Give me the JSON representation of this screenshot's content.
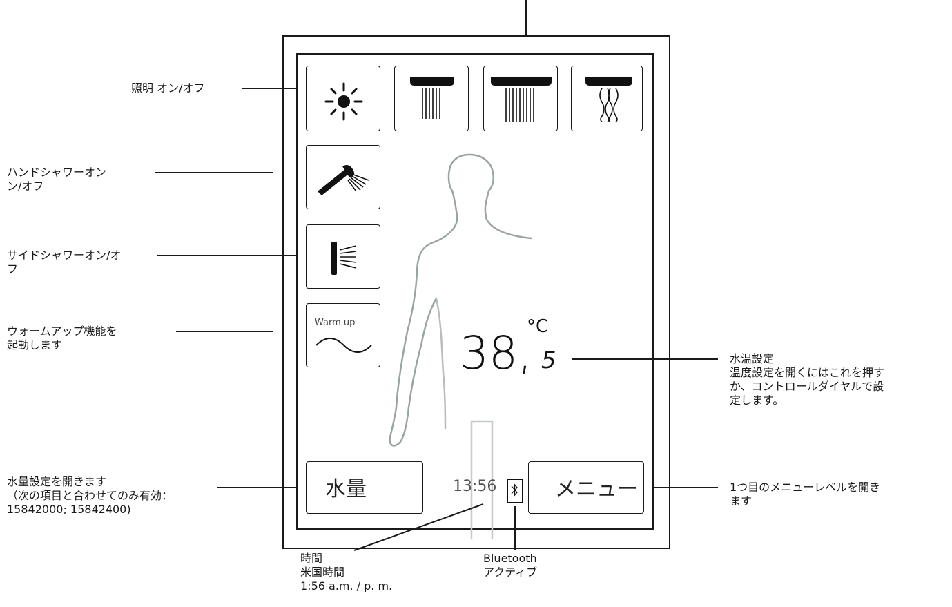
{
  "annotations": {
    "light": "照明 オン/オフ",
    "hand_shower": "ハンドシャワーオン\nン/オフ",
    "side_shower": "サイドシャワーオン/オ\nフ",
    "warm_up": "ウォームアップ機能を\n起動します",
    "water_volume": "水量設定を開きます\n（次の項目と合わせてのみ有効：\n15842000; 15842400)",
    "water_temp": "水温設定\n温度設定を開くにはこれを押す\nか、コントロールダイヤルで設\n定します。",
    "menu": "1つ目のメニューレベルを開き\nます",
    "time": "時間\n米国時間\n1:56 a.m. / p. m.",
    "bluetooth": "Bluetooth\nアクティブ"
  },
  "panel": {
    "warm_up_label": "Warm up",
    "temperature_main": "38,",
    "temperature_decimal": "5",
    "temperature_unit": "°C",
    "volume_button": "水量",
    "menu_button": "メニュー",
    "clock": "13:56",
    "icons": {
      "light": "sun-icon",
      "shower_narrow": "narrow-rain-shower-icon",
      "shower_wide": "wide-rain-shower-icon",
      "shower_wave": "wave-rain-shower-icon",
      "hand_shower": "hand-shower-icon",
      "side_shower": "side-shower-icon",
      "warm_up": "wave-icon",
      "bluetooth": "bluetooth-icon",
      "body": "body-silhouette"
    }
  }
}
